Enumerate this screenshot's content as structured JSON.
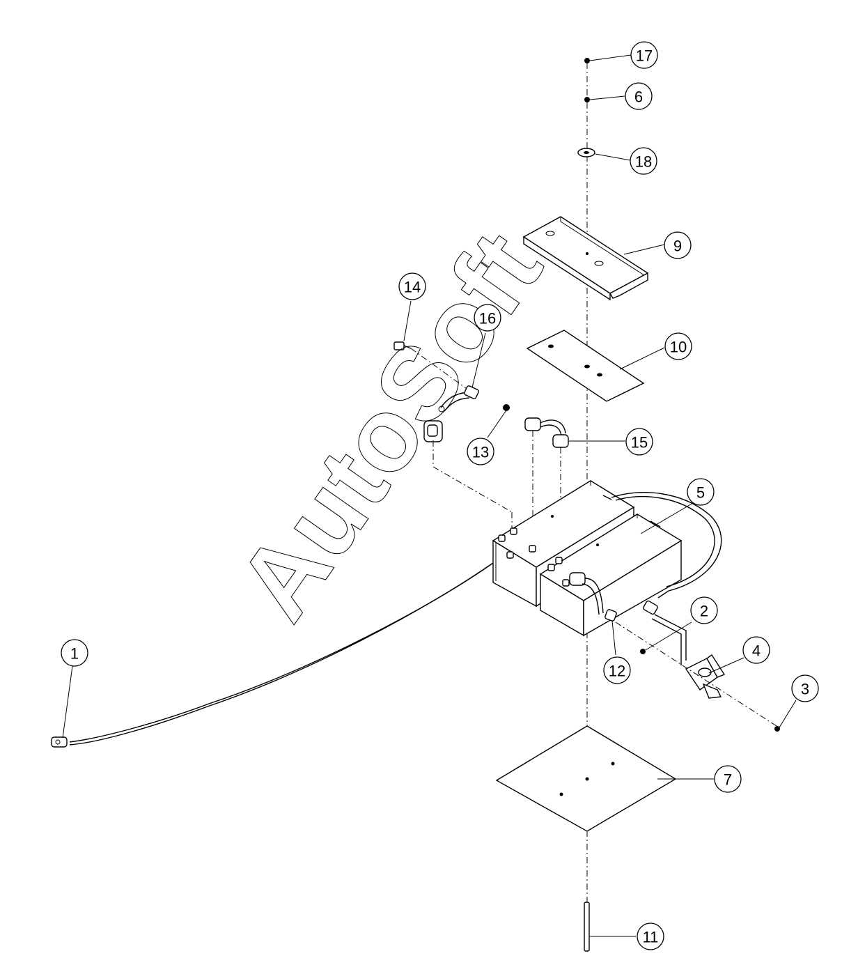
{
  "watermark": "AutoSoft",
  "callouts": [
    {
      "id": "c17",
      "label": "17"
    },
    {
      "id": "c6",
      "label": "6"
    },
    {
      "id": "c18",
      "label": "18"
    },
    {
      "id": "c9",
      "label": "9"
    },
    {
      "id": "c14",
      "label": "14"
    },
    {
      "id": "c16",
      "label": "16"
    },
    {
      "id": "c10",
      "label": "10"
    },
    {
      "id": "c15",
      "label": "15"
    },
    {
      "id": "c13",
      "label": "13"
    },
    {
      "id": "c5",
      "label": "5"
    },
    {
      "id": "c2",
      "label": "2"
    },
    {
      "id": "c4",
      "label": "4"
    },
    {
      "id": "c12",
      "label": "12"
    },
    {
      "id": "c3",
      "label": "3"
    },
    {
      "id": "c1",
      "label": "1"
    },
    {
      "id": "c7",
      "label": "7"
    },
    {
      "id": "c11",
      "label": "11"
    }
  ]
}
